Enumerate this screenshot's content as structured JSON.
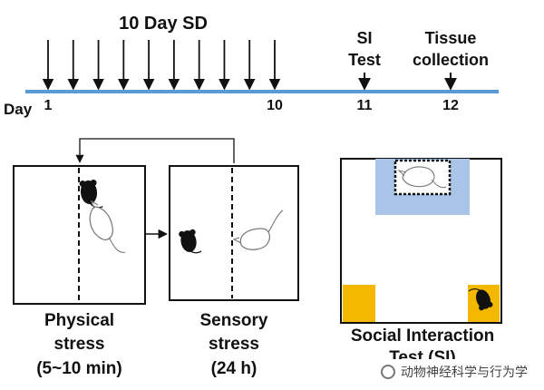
{
  "timeline": {
    "title": "10 Day SD",
    "day_label": "Day",
    "day_start": "1",
    "day_end": "10",
    "si_label_line1": "SI",
    "si_label_line2": "Test",
    "si_day": "11",
    "tissue_label_line1": "Tissue",
    "tissue_label_line2": "collection",
    "tissue_day": "12",
    "arrow_count": 10,
    "line_color": "#5b9bd5"
  },
  "panels": {
    "physical_label_1": "Physical",
    "physical_label_2": "stress",
    "physical_label_3": "(5~10 min)",
    "sensory_label_1": "Sensory",
    "sensory_label_2": "stress",
    "sensory_label_3": "(24 h)",
    "social_label_1": "Social Interaction",
    "social_label_2": "Test (SI)",
    "zone_color": "#a8c4e6",
    "corner_color": "#f5b800"
  },
  "watermark": {
    "text": "动物神经科学与行为学"
  }
}
